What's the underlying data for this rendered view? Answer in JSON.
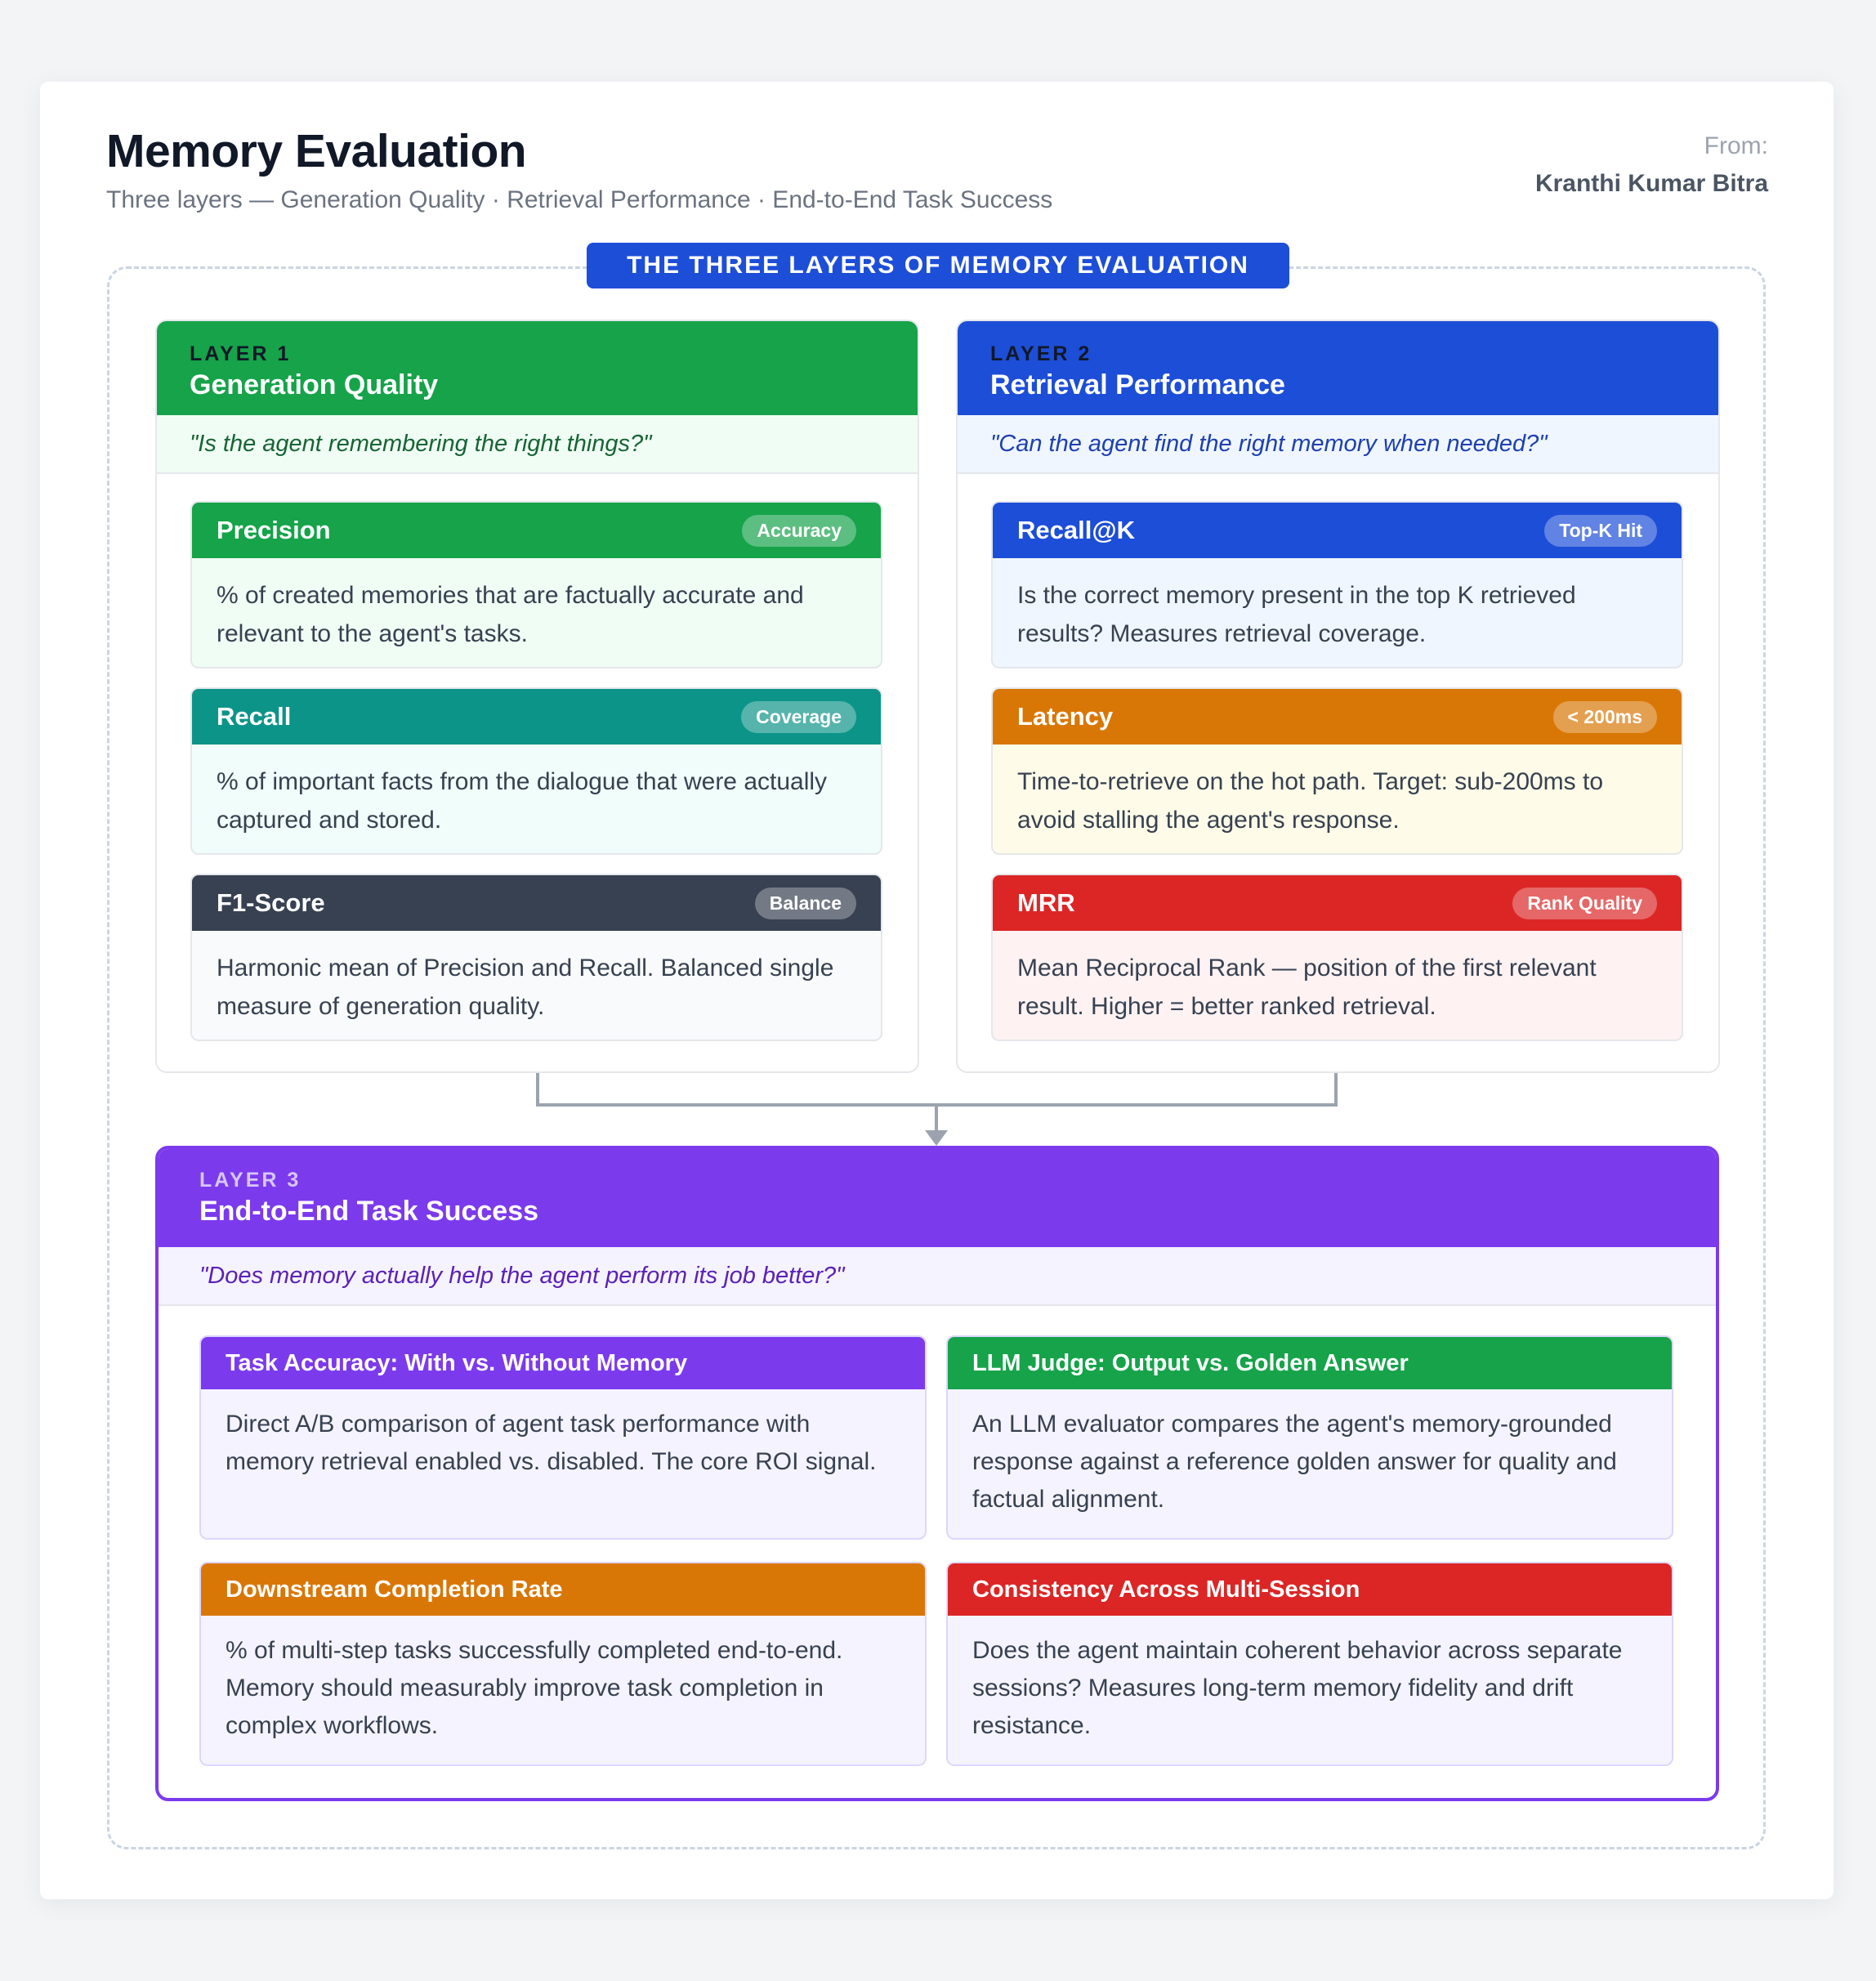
{
  "header": {
    "title": "Memory Evaluation",
    "subtitle": "Three layers — Generation Quality · Retrieval Performance · End-to-End Task Success",
    "from_label": "From:",
    "from_name": "Kranthi Kumar Bitra"
  },
  "frame_label": "THE THREE LAYERS OF MEMORY EVALUATION",
  "layer1": {
    "tag": "LAYER 1",
    "name": "Generation Quality",
    "question": "\"Is the agent remembering the right things?\"",
    "metrics": [
      {
        "name": "Precision",
        "badge": "Accuracy",
        "desc": "% of created memories that are factually accurate and relevant to the agent's tasks."
      },
      {
        "name": "Recall",
        "badge": "Coverage",
        "desc": "% of important facts from the dialogue that were actually captured and stored."
      },
      {
        "name": "F1-Score",
        "badge": "Balance",
        "desc": "Harmonic mean of Precision and Recall. Balanced single measure of generation quality."
      }
    ]
  },
  "layer2": {
    "tag": "LAYER 2",
    "name": "Retrieval Performance",
    "question": "\"Can the agent find the right memory when needed?\"",
    "metrics": [
      {
        "name": "Recall@K",
        "badge": "Top-K Hit",
        "desc": "Is the correct memory present in the top K retrieved results? Measures retrieval coverage."
      },
      {
        "name": "Latency",
        "badge": "< 200ms",
        "desc": "Time-to-retrieve on the hot path. Target: sub-200ms to avoid stalling the agent's response."
      },
      {
        "name": "MRR",
        "badge": "Rank Quality",
        "desc": "Mean Reciprocal Rank — position of the first relevant result. Higher = better ranked retrieval."
      }
    ]
  },
  "layer3": {
    "tag": "LAYER 3",
    "name": "End-to-End Task Success",
    "question": "\"Does memory actually help the agent perform its job better?\"",
    "items": [
      {
        "title": "Task Accuracy: With vs. Without Memory",
        "desc": "Direct A/B comparison of agent task performance with memory retrieval enabled vs. disabled. The core ROI signal."
      },
      {
        "title": "LLM Judge: Output vs. Golden Answer",
        "desc": "An LLM evaluator compares the agent's memory-grounded response against a reference golden answer for quality and factual alignment."
      },
      {
        "title": "Downstream Completion Rate",
        "desc": "% of multi-step tasks successfully completed end-to-end. Memory should measurably improve task completion in complex workflows."
      },
      {
        "title": "Consistency Across Multi-Session",
        "desc": "Does the agent maintain coherent behavior across separate sessions? Measures long-term memory fidelity and drift resistance."
      }
    ]
  },
  "colors": {
    "green": "#16a34a",
    "teal": "#0d9488",
    "slate": "#374151",
    "blue": "#1d4ed8",
    "orange": "#d97706",
    "red": "#dc2626",
    "purple": "#7c3aed"
  }
}
